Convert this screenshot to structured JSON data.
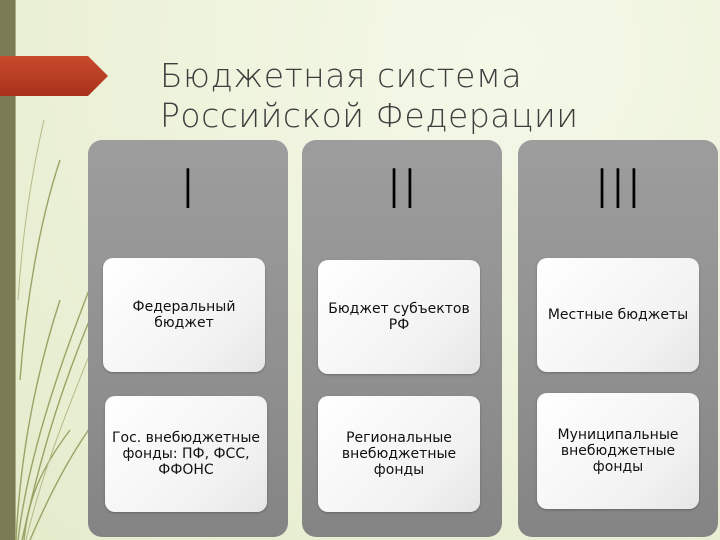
{
  "slide": {
    "title_line1": "Бюджетная система",
    "title_line2": "Российской Федерации"
  },
  "columns": [
    {
      "heading": "I",
      "cards": [
        "Федеральный бюджет",
        "Гос. внебюджетные фонды: ПФ, ФСС, ФФОНС"
      ]
    },
    {
      "heading": "II",
      "cards": [
        "Бюджет субъектов РФ",
        "Региональные внебюджетные фонды"
      ]
    },
    {
      "heading": "III",
      "cards": [
        "Местные бюджеты",
        "Муниципальные внебюджетные фонды"
      ]
    }
  ],
  "colors": {
    "accent_tab": "#b83c22",
    "sidebar": "#7b7b56",
    "column_bg": "#8f8f8f",
    "card_bg": "#ffffff",
    "background": "#eef3dc"
  }
}
